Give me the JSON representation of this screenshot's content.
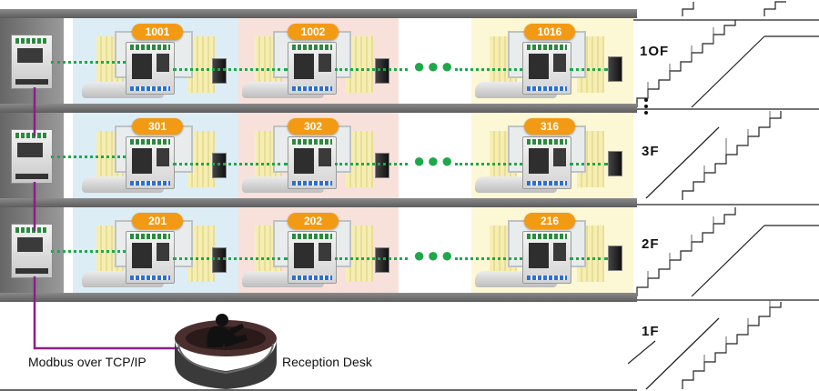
{
  "rooms": {
    "floor10": [
      "1001",
      "1002",
      "1016"
    ],
    "floor3": [
      "301",
      "302",
      "316"
    ],
    "floor2": [
      "201",
      "202",
      "216"
    ]
  },
  "floors": {
    "f10": "1OF",
    "f3": "3F",
    "f2": "2F",
    "f1": "1F"
  },
  "labels": {
    "network": "Modbus over TCP/IP",
    "desk": "Reception Desk"
  },
  "colors": {
    "badge": "#f39a14",
    "link_dots": "#1ea84a",
    "network_line": "#8a1f8a",
    "room_blue": "#dcedf6",
    "room_pink": "#f8e1db",
    "room_yellow": "#fcf7d5"
  }
}
